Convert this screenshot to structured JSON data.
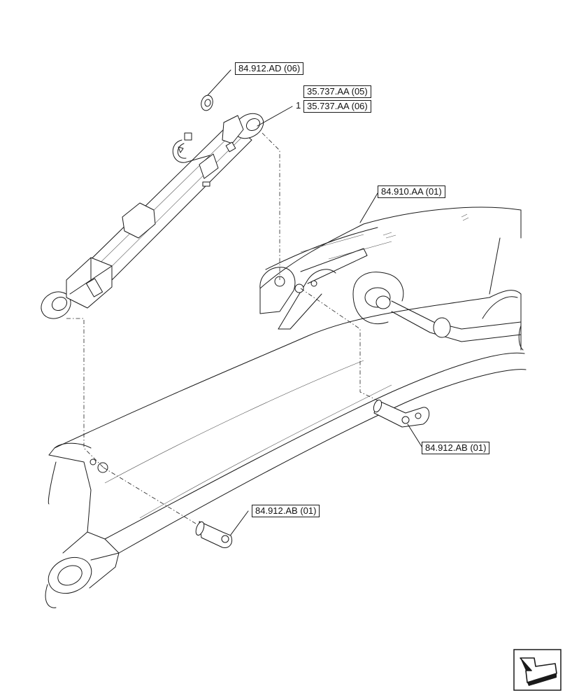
{
  "references": {
    "washer_ref": "84.912.AD (06)",
    "cylinder_ref_a": "35.737.AA (05)",
    "cylinder_ref_b": "35.737.AA (06)",
    "boom_ref": "84.910.AA (01)",
    "pin_ref_upper": "84.912.AB (01)",
    "pin_ref_lower": "84.912.AB (01)"
  },
  "item_number": "1",
  "icons": [
    "arrow-nav-icon"
  ]
}
